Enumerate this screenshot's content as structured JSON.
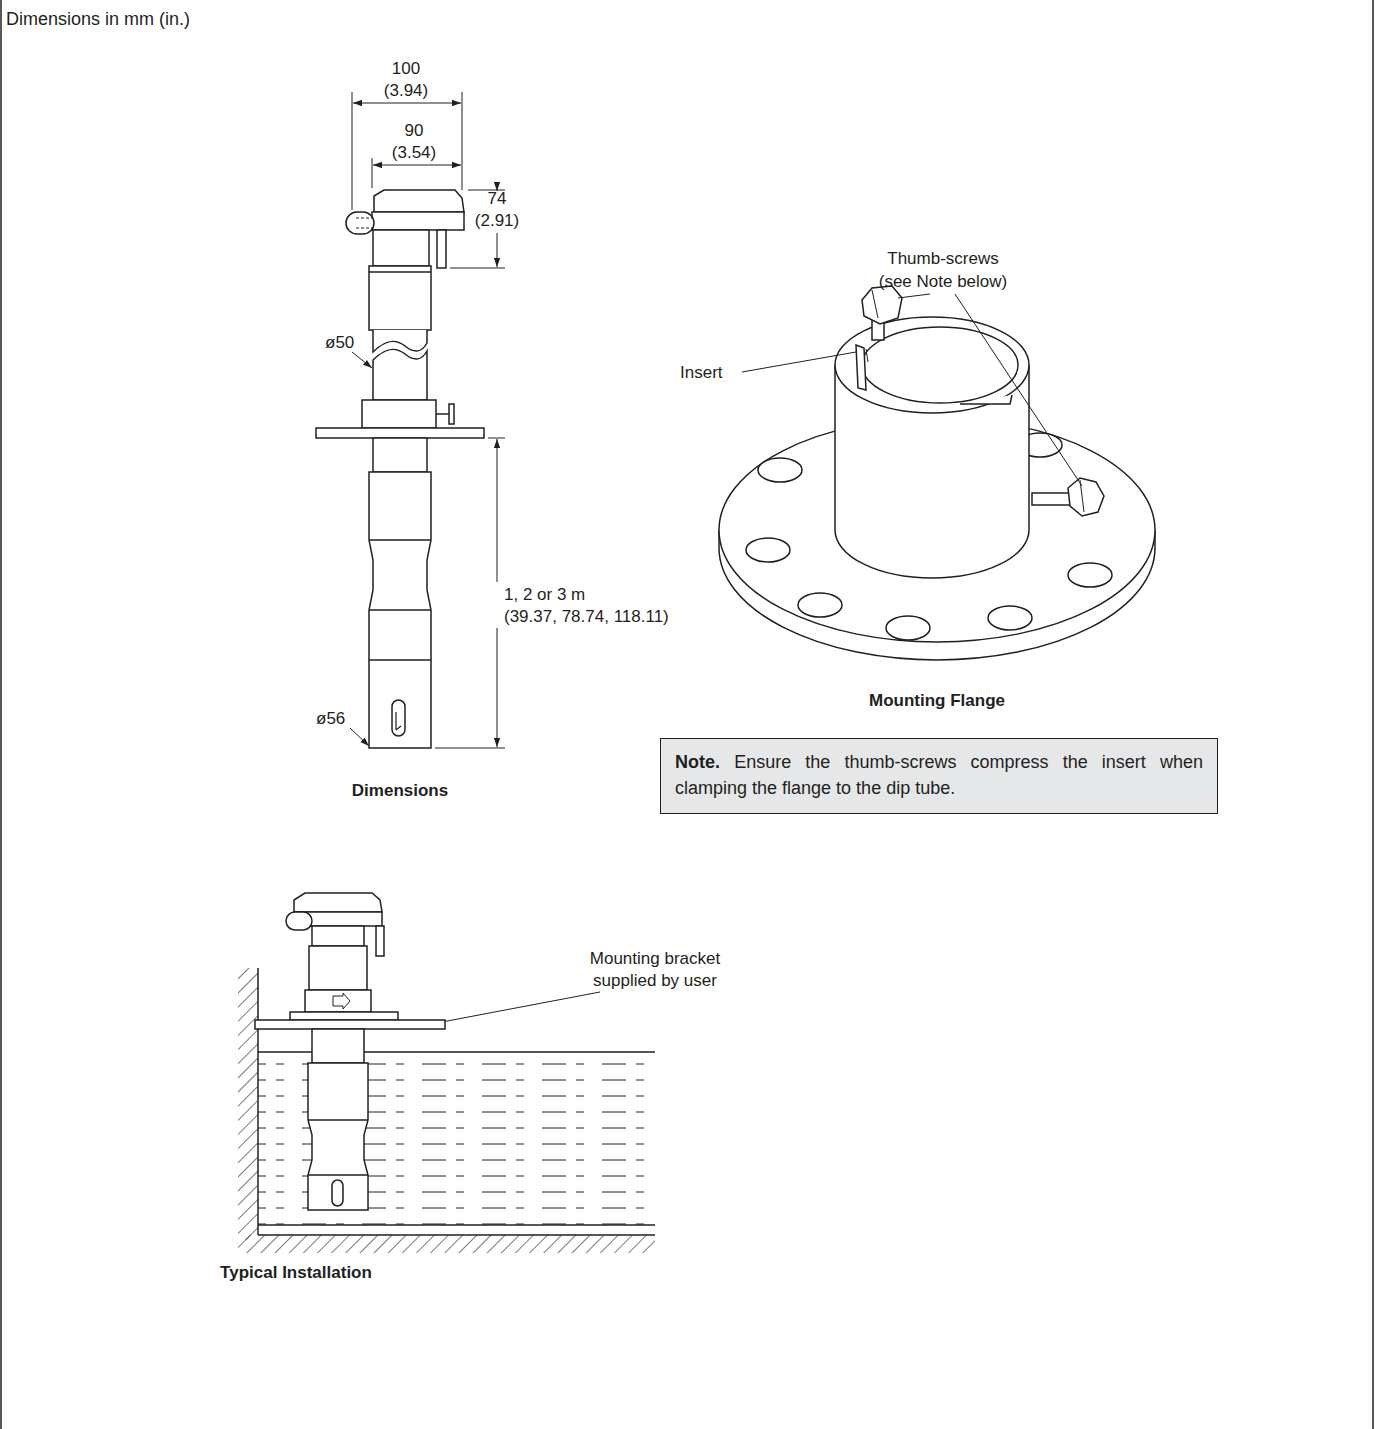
{
  "diagram": {
    "title": "Dimensions in mm (in.)",
    "nodes": [
      {
        "text": [
          "Note.",
          "Ensure the thumb-screws compress the insert when clamping the flange to the dip tube."
        ]
      }
    ],
    "labels": [
      "100",
      "(3.94)",
      "90",
      "(3.54)",
      "74",
      "(2.91)",
      "ø50",
      "1, 2 or 3 m",
      "(39.37, 78.74, 118.11)",
      "ø56",
      "Dimensions",
      "Thumb-screws",
      "(see Note below)",
      "Insert",
      "Mounting Flange",
      "Mounting bracket supplied by user",
      "Typical Installation"
    ]
  }
}
